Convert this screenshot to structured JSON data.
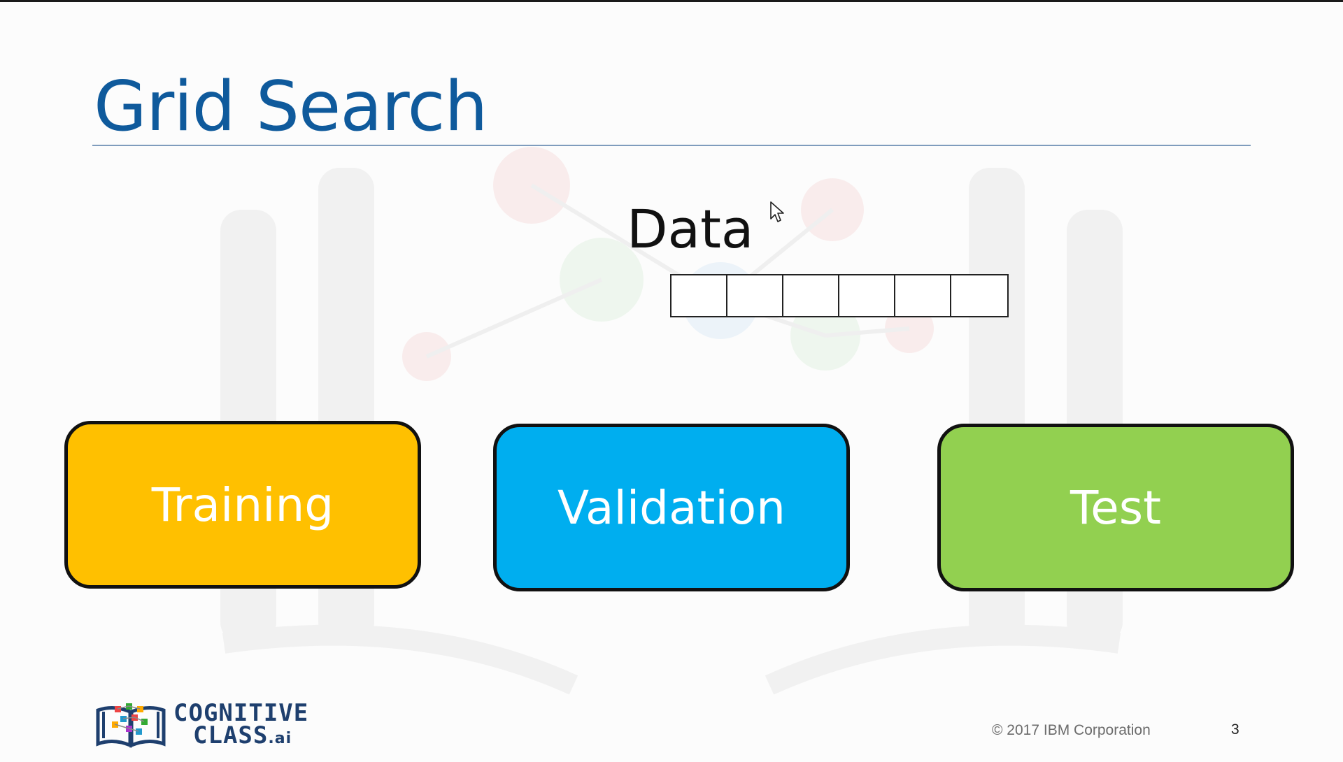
{
  "slide": {
    "title": "Grid Search",
    "data_label": "Data",
    "data_cells": 6,
    "boxes": {
      "training": "Training",
      "validation": "Validation",
      "test": "Test"
    },
    "colors": {
      "title": "#0f5a9c",
      "training": "#ffc000",
      "validation": "#00aeef",
      "test": "#92d050"
    }
  },
  "footer": {
    "logo_line1": "COGNITIVE",
    "logo_line2": "CLASS",
    "logo_suffix": ".ai",
    "copyright": "© 2017 IBM Corporation",
    "page_number": "3"
  },
  "icons": {
    "cursor": "mouse-pointer-icon",
    "logo": "cognitive-class-book-icon"
  }
}
